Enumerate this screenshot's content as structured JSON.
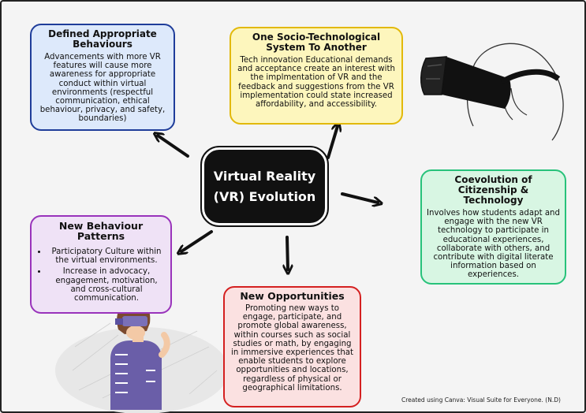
{
  "center": {
    "title": "Virtual Reality (VR) Evolution"
  },
  "boxes": {
    "defined": {
      "title": "Defined Appropriate Behaviours",
      "body": "Advancements with more VR features will cause more awareness for appropriate conduct within virtual environments (respectful communication, ethical behaviour, privacy, and safety, boundaries)"
    },
    "onesocio": {
      "title": "One Socio-Technological System To Another",
      "body": "Tech innovation Educational demands and acceptance create an interest with the implmentation of VR and the feedback and suggestions from the VR implementation could state increased affordability, and accessibility."
    },
    "coevo": {
      "title": "Coevolution of Citizenship & Technology",
      "body": "Involves how students adapt and engage with the new VR technology to participate in educational experiences, collaborate with others, and contribute with digital literate information based on experiences."
    },
    "newbeh": {
      "title": "New Behaviour Patterns",
      "items": [
        "Participatory Culture within the virtual environments.",
        "Increase in advocacy, engagement, motivation, and cross-cultural communication."
      ]
    },
    "newopp": {
      "title": "New Opportunities",
      "body": "Promoting new ways to engage, participate, and promote global awareness, within courses such as social studies or math, by engaging in immersive experiences that enable students to explore opportunities and locations, regardless of physical or geographical limitations."
    }
  },
  "credit": "Created using Canva: Visual Suite for Everyone. (N.D)",
  "icons": [
    "vr-headset-icon",
    "vr-user-illustration"
  ]
}
